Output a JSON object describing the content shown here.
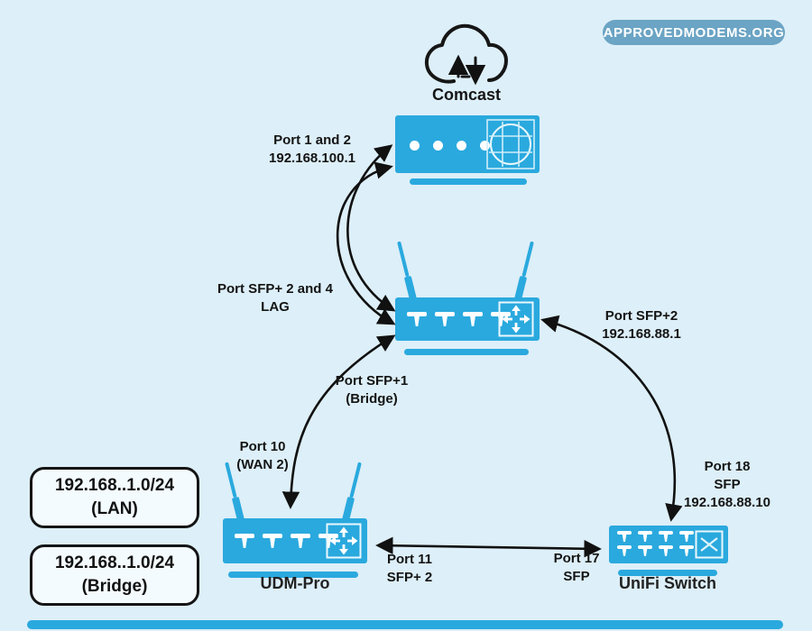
{
  "colors": {
    "background": "#ddeff8",
    "device_blue": "#2aa9de",
    "badge_blue": "#6ba4c4",
    "ink": "#141414",
    "box_bg": "#f4fbfe",
    "arrow_black": "#111111"
  },
  "badge": {
    "label": "APPROVEDMODEMS.ORG"
  },
  "cloud": {
    "label": "Comcast",
    "icon": "cloud-upload-download-icon"
  },
  "device_labels": {
    "udm": "UDM-Pro",
    "switch": "UniFi Switch"
  },
  "icons": {
    "modem_panel": "globe-grid-icon",
    "router_panel": "nav-arrows-icon",
    "udm_panel": "nav-arrows-icon",
    "switch_panel": "x-port-icon",
    "ethernet_port": "ethernet-port-icon",
    "modem_leds": "led-dot"
  },
  "labels": {
    "port_1_and_2": {
      "line1": "Port 1 and 2",
      "line2": "192.168.100.1"
    },
    "lag": {
      "line1": "Port SFP+ 2 and 4",
      "line2": "LAG"
    },
    "sfp2": {
      "line1": "Port SFP+2",
      "line2": "192.168.88.1"
    },
    "sfp1_bridge": {
      "line1": "Port SFP+1",
      "line2": "(Bridge)"
    },
    "port10": {
      "line1": "Port 10",
      "line2": "(WAN 2)"
    },
    "port18": {
      "line1": "Port 18",
      "line2": "SFP",
      "line3": "192.168.88.10"
    },
    "port11": {
      "line1": "Port 11",
      "line2": "SFP+ 2"
    },
    "port17": {
      "line1": "Port 17",
      "line2": "SFP"
    }
  },
  "subnets": [
    {
      "line1": "192.168..1.0/24",
      "line2": "(LAN)"
    },
    {
      "line1": "192.168..1.0/24",
      "line2": "(Bridge)"
    }
  ]
}
